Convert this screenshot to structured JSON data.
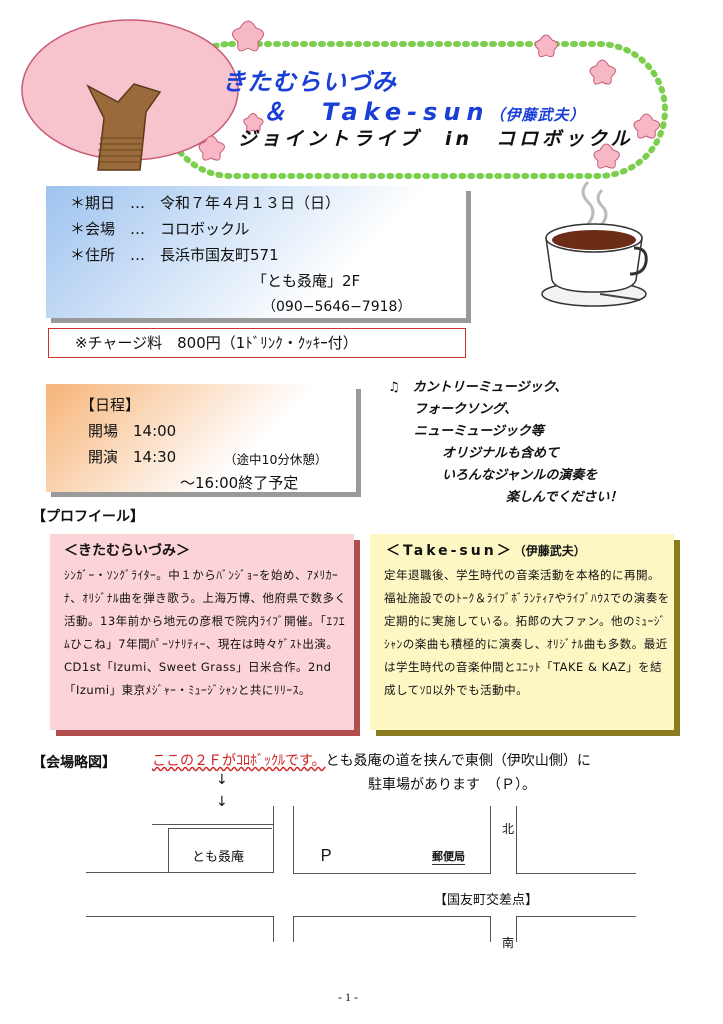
{
  "header": {
    "title_line1": "きたむらいづみ",
    "title_line2": "＆　Take-sun",
    "title_line2_sub": "（伊藤武夫）",
    "title_line3": "ジョイントライブ　in　コロボックル"
  },
  "info": {
    "date": "＊期日　…　令和７年４月１３日（日）",
    "venue": "＊会場　…　コロボックル",
    "address": "＊住所　…　長浜市国友町571",
    "address2": "「とも叒庵」2F",
    "phone": "（090−5646−7918）"
  },
  "charge": "※チャージ料　800円（1ﾄﾞﾘﾝｸ・ｸｯｷｰ付）",
  "schedule": {
    "heading": "【日程】",
    "open": "開場　14:00",
    "start": "開演　14:30",
    "start_note": "（途中10分休憩）",
    "end": "〜16:00終了予定"
  },
  "music_note": [
    "♫　カントリーミュージック、",
    "フォークソング、",
    "ニューミュージック等",
    "オリジナルも含めて",
    "いろんなジャンルの演奏を",
    "楽しんでください！"
  ],
  "profile": {
    "heading": "【プロフイール】",
    "izumi": {
      "title": "＜きたむらいづみ＞",
      "text": "ｼﾝｶﾞｰ・ｿﾝｸﾞﾗｲﾀｰ。中１からﾊﾞﾝｼﾞｮｰを始め、ｱﾒﾘｶｰﾅ、ｵﾘｼﾞﾅﾙ曲を弾き歌う。上海万博、他府県で数多く活動。13年前から地元の彦根で院内ﾗｲﾌﾞ開催。「ｴﾌｴﾑひこね」7年間ﾊﾟｰｿﾅﾘﾃｨｰ、現在は時々ｹﾞｽﾄ出演。CD1st「Izumi、Sweet Grass」日米合作。2nd「Izumi」東京ﾒｼﾞｬｰ・ﾐｭｰｼﾞｼｬﾝと共にﾘﾘｰｽ。"
    },
    "takesun": {
      "title": "＜Take-sun＞",
      "title_sub": "（伊藤武夫）",
      "text": "定年退職後、学生時代の音楽活動を本格的に再開。福祉施設でのﾄｰｸ＆ﾗｲﾌﾞﾎﾞﾗﾝﾃｨｱやﾗｲﾌﾞﾊｳｽでの演奏を定期的に実施している。拓郎の大ファン。他のﾐｭｰｼﾞｼｬﾝの楽曲も積極的に演奏し、ｵﾘｼﾞﾅﾙ曲も多数。最近は学生時代の音楽仲間とﾕﾆｯﾄ「TAKE & KAZ」を結成してｿﾛ以外でも活動中。"
    }
  },
  "map": {
    "heading": "【会場略図】",
    "note_red": "ここの２Ｆがｺﾛﾎﾞｯｸﾙです。",
    "note": "とも叒庵の道を挟んで東側（伊吹山側）に",
    "note2": "駐車場があります　（Ｐ）。",
    "arrow1": "↓",
    "arrow2": "↓",
    "building": "とも叒庵",
    "parking": "Ｐ",
    "post_office": "郵便局",
    "north": "北",
    "south": "南",
    "intersection": "【国友町交差点】"
  },
  "footer": {
    "page": "- 1 -"
  },
  "colors": {
    "title_blue": "#1a3fd6",
    "cherry_pink": "#f7b8c6",
    "dotted_green": "#7ccf4e"
  }
}
